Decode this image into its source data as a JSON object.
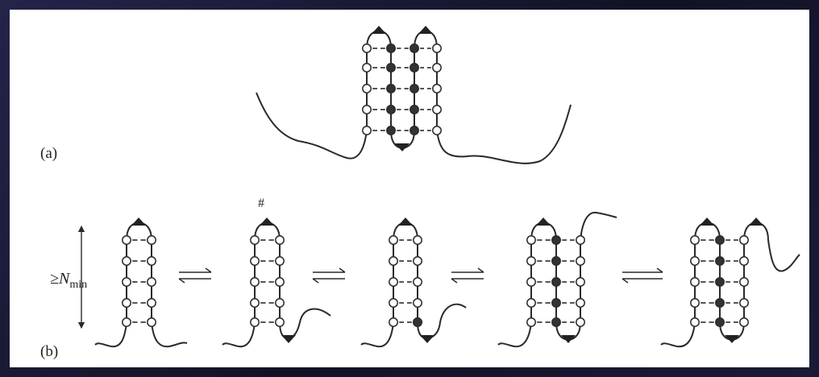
{
  "panels": {
    "a": {
      "label": "(a)"
    },
    "b": {
      "label": "(b)",
      "n_min_label": "≥N",
      "n_min_sub": "min",
      "hash": "#"
    }
  },
  "colors": {
    "ink": "#2a2a2a",
    "filled_node": "#333333",
    "open_node": "#ffffff",
    "background": "#ffffff",
    "frame": "#1b1b33"
  }
}
